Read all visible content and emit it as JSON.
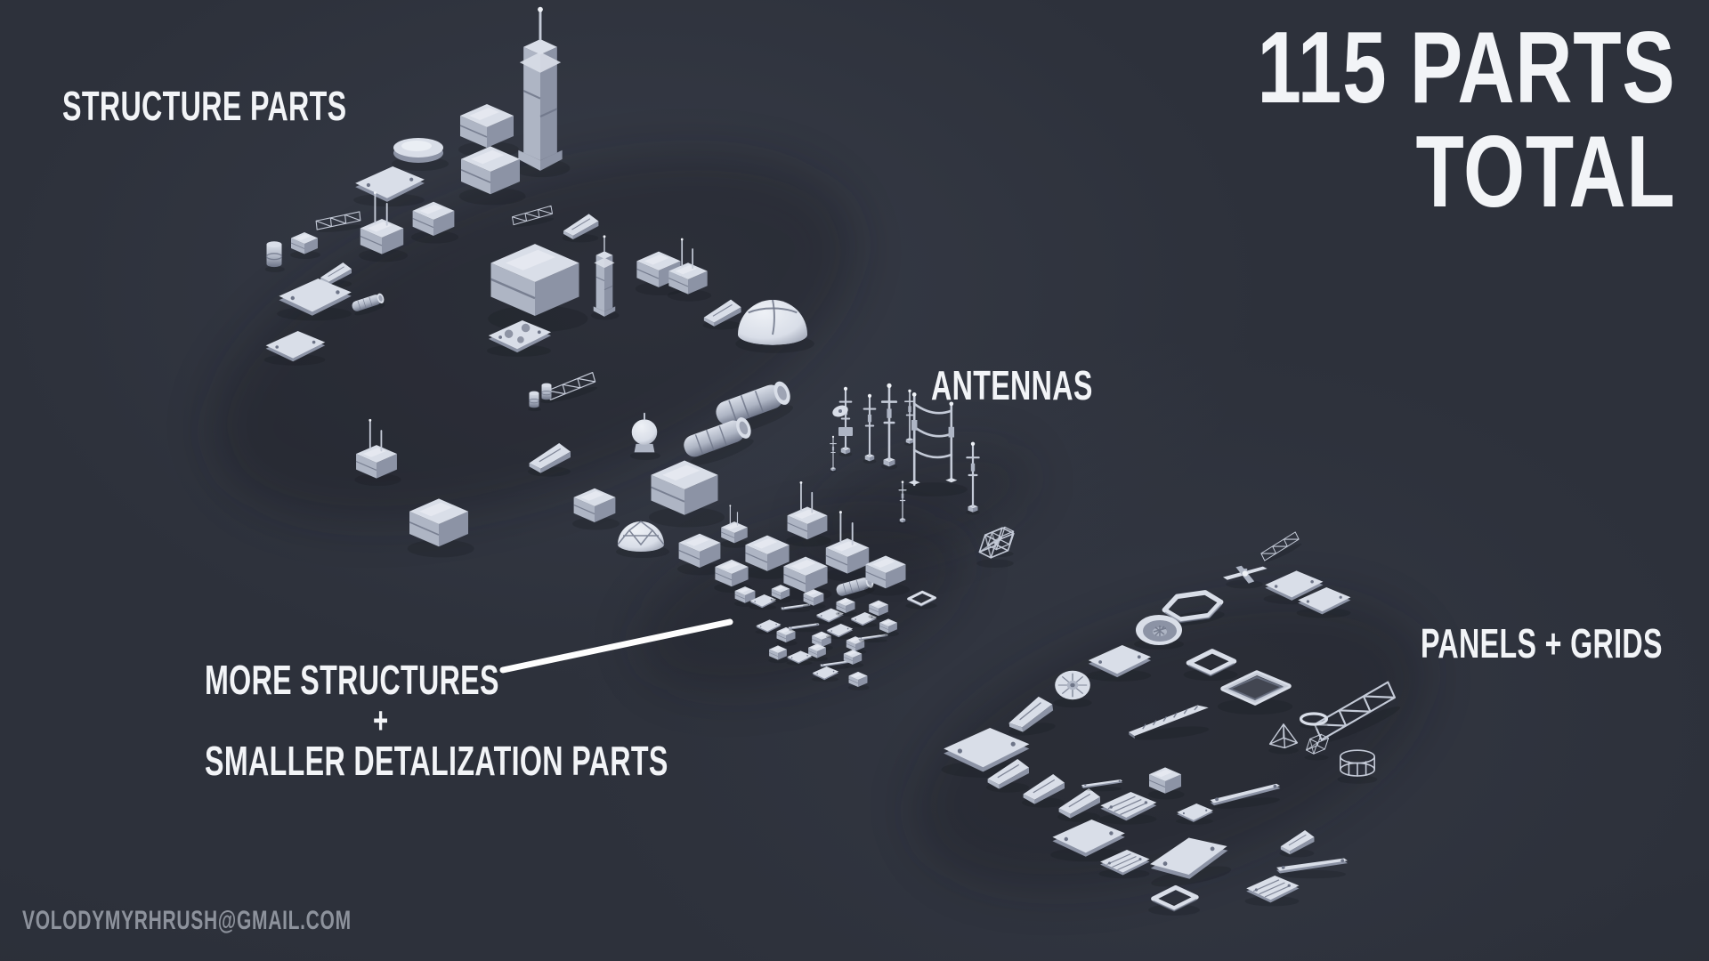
{
  "title": {
    "line1": "115 PARTS",
    "line2": "TOTAL"
  },
  "labels": {
    "structure_parts": "STRUCTURE PARTS",
    "antennas": "ANTENNAS",
    "more_structures": {
      "line1": "MORE STRUCTURES",
      "plus": "+",
      "line2": "SMALLER DETALIZATION PARTS"
    },
    "panels_grids": "PANELS + GRIDS"
  },
  "contact_email": "VOLODYMYRHRUSH@GMAIL.COM",
  "colors": {
    "background": "#2d313b",
    "background-edge": "#22252d",
    "text-primary": "#f2f4f7",
    "text-muted": "#8d929c",
    "part-light": "#d9dee8",
    "part-mid": "#aeb5c4",
    "part-dark": "#8c93a5",
    "part-deep": "#6e7588",
    "wire": "#c4cad7",
    "callout": "#fefefe"
  }
}
